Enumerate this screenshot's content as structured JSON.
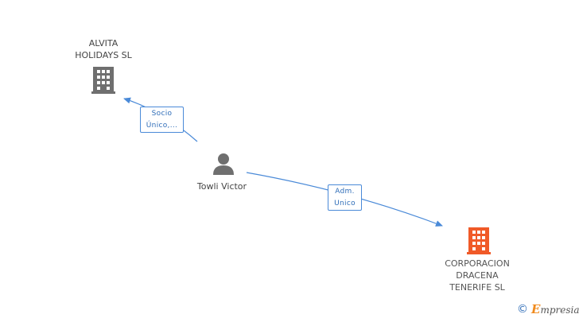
{
  "nodes": {
    "alvita": {
      "label": "ALVITA\nHOLIDAYS SL",
      "icon": "building-icon",
      "color": "#6f6f6f"
    },
    "towli": {
      "label": "Towli Victor",
      "icon": "person-icon",
      "color": "#6f6f6f"
    },
    "corporacion": {
      "label": "CORPORACION\nDRACENA\nTENERIFE SL",
      "icon": "building-icon",
      "color": "#f05a28"
    }
  },
  "edges": {
    "socio": {
      "label": "Socio\nÚnico,...",
      "from": "Towli Victor",
      "to": "ALVITA HOLIDAYS SL",
      "color": "#4a8ad8"
    },
    "adm": {
      "label": "Adm.\nUnico",
      "from": "Towli Victor",
      "to": "CORPORACION DRACENA TENERIFE SL",
      "color": "#4a8ad8"
    }
  },
  "footer": {
    "copyright": "©",
    "brand_initial": "E",
    "brand_rest": "mpresia"
  }
}
